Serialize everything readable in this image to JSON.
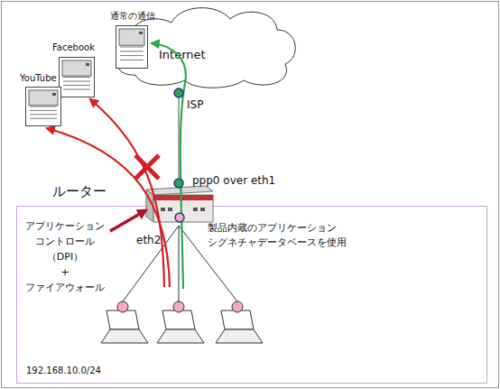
{
  "diagram": {
    "nodes": [
      {
        "text": [
          "通常の通信"
        ]
      },
      {
        "text": [
          "Internet"
        ]
      },
      {
        "text": [
          "Facebook"
        ]
      },
      {
        "text": [
          "YouTube"
        ]
      },
      {
        "text": [
          "ISP"
        ]
      },
      {
        "text": [
          "ppp0 over eth1"
        ]
      },
      {
        "text": [
          "ルーター"
        ]
      },
      {
        "text": [
          "192.168.10.0/24"
        ]
      },
      {
        "text": [
          "eth2"
        ],
        "in": 7
      }
    ],
    "edges": [
      {
        "from": 4,
        "to": 5,
        "arrow": "none"
      }
    ],
    "labels": [
      "アプリケーション コントロール （DPI） + ファイアウォール",
      "製品内蔵のアプリケーション シグネチャデータベースを使用"
    ]
  }
}
